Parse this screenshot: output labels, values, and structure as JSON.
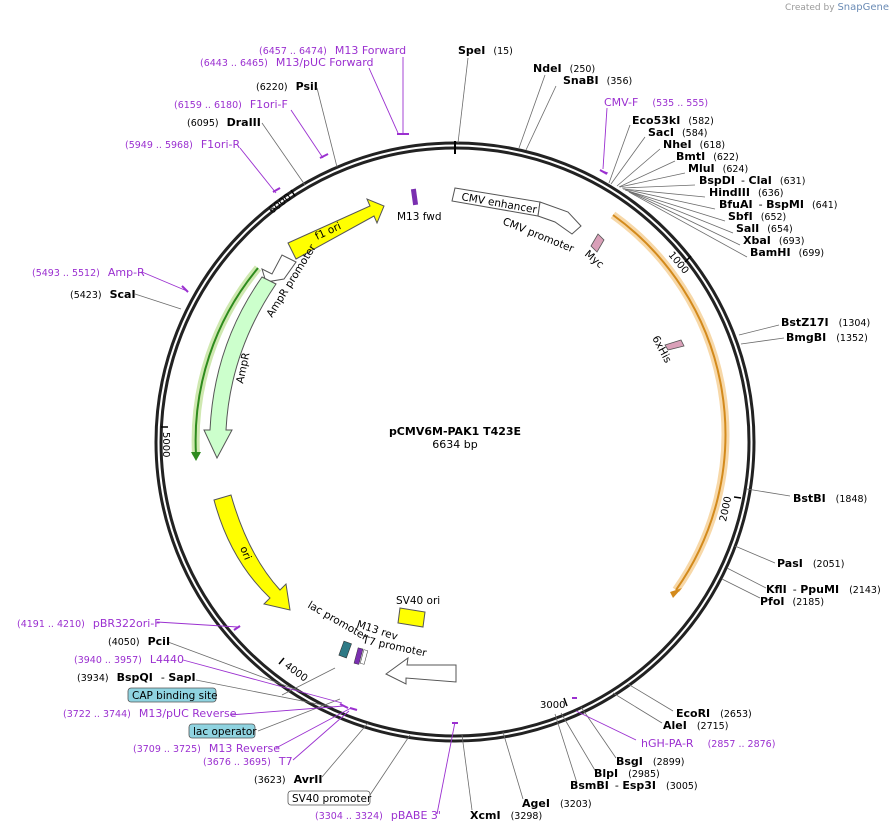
{
  "credit": {
    "prefix": "Created by",
    "brand": "SnapGene"
  },
  "plasmid": {
    "name": "pCMV6M-PAK1 T423E",
    "length": "6634 bp"
  },
  "ticks": [
    "1000",
    "2000",
    "3000",
    "4000",
    "5000",
    "6000"
  ],
  "features": [
    {
      "name": "CMV enhancer",
      "color": "#ffffff"
    },
    {
      "name": "CMV promoter",
      "color": "#ffffff"
    },
    {
      "name": "Myc",
      "color": "#d9a0b8"
    },
    {
      "name": "6xHis",
      "color": "#d9a0b8"
    },
    {
      "name": "M13 fwd",
      "color": "#7a2fb0"
    },
    {
      "name": "f1 ori",
      "color": "#ffff00"
    },
    {
      "name": "AmpR promoter",
      "color": "#ffffff"
    },
    {
      "name": "AmpR",
      "color": "#ccffcc"
    },
    {
      "name": "ori",
      "color": "#ffff00"
    },
    {
      "name": "SV40 ori",
      "color": "#ffff00"
    },
    {
      "name": "lac promoter",
      "color": "#ffffff"
    },
    {
      "name": "M13 rev",
      "color": "#7a2fb0"
    },
    {
      "name": "T7 promoter",
      "color": "#ffffff"
    }
  ],
  "sites": [
    {
      "name": "SpeI",
      "pos": "(15)"
    },
    {
      "name": "NdeI",
      "pos": "(250)"
    },
    {
      "name": "SnaBI",
      "pos": "(356)"
    },
    {
      "name": "Eco53kI",
      "pos": "(582)"
    },
    {
      "name": "SacI",
      "pos": "(584)"
    },
    {
      "name": "NheI",
      "pos": "(618)"
    },
    {
      "name": "BmtI",
      "pos": "(622)"
    },
    {
      "name": "MluI",
      "pos": "(624)"
    },
    {
      "name": "BspDI",
      "name2": "ClaI",
      "pos": "(631)"
    },
    {
      "name": "HindIII",
      "pos": "(636)"
    },
    {
      "name": "BfuAI",
      "name2": "BspMI",
      "pos": "(641)"
    },
    {
      "name": "SbfI",
      "pos": "(652)"
    },
    {
      "name": "SalI",
      "pos": "(654)"
    },
    {
      "name": "XbaI",
      "pos": "(693)"
    },
    {
      "name": "BamHI",
      "pos": "(699)"
    },
    {
      "name": "BstZ17I",
      "pos": "(1304)"
    },
    {
      "name": "BmgBI",
      "pos": "(1352)"
    },
    {
      "name": "BstBI",
      "pos": "(1848)"
    },
    {
      "name": "PasI",
      "pos": "(2051)"
    },
    {
      "name": "KflI",
      "name2": "PpuMI",
      "pos": "(2143)"
    },
    {
      "name": "PfoI",
      "pos": "(2185)"
    },
    {
      "name": "EcoRI",
      "pos": "(2653)"
    },
    {
      "name": "AleI",
      "pos": "(2715)"
    },
    {
      "name": "BsgI",
      "pos": "(2899)"
    },
    {
      "name": "BlpI",
      "pos": "(2985)"
    },
    {
      "name": "BsmBI",
      "name2": "Esp3I",
      "pos": "(3005)"
    },
    {
      "name": "AgeI",
      "pos": "(3203)"
    },
    {
      "name": "XcmI",
      "pos": "(3298)"
    },
    {
      "name": "AvrII",
      "pos": "(3623)"
    },
    {
      "name": "BspQI",
      "name2": "SapI",
      "pos": "(3934)"
    },
    {
      "name": "PciI",
      "pos": "(4050)"
    },
    {
      "name": "ScaI",
      "pos": "(5423)"
    },
    {
      "name": "DraIII",
      "pos": "(6095)"
    },
    {
      "name": "PsiI",
      "pos": "(6220)"
    }
  ],
  "primers": [
    {
      "name": "M13 Forward",
      "range": "(6457 .. 6474)"
    },
    {
      "name": "M13/pUC Forward",
      "range": "(6443 .. 6465)"
    },
    {
      "name": "F1ori-F",
      "range": "(6159 .. 6180)"
    },
    {
      "name": "F1ori-R",
      "range": "(5949 .. 5968)"
    },
    {
      "name": "Amp-R",
      "range": "(5493 .. 5512)"
    },
    {
      "name": "CMV-F",
      "range": "(535 .. 555)"
    },
    {
      "name": "hGH-PA-R",
      "range": "(2857 .. 2876)"
    },
    {
      "name": "pBR322ori-F",
      "range": "(4191 .. 4210)"
    },
    {
      "name": "L4440",
      "range": "(3940 .. 3957)"
    },
    {
      "name": "M13/pUC Reverse",
      "range": "(3722 .. 3744)"
    },
    {
      "name": "M13 Reverse",
      "range": "(3709 .. 3725)"
    },
    {
      "name": "T7",
      "range": "(3676 .. 3695)"
    },
    {
      "name": "pBABE 3'",
      "range": "(3304 .. 3324)"
    }
  ],
  "boxes": [
    {
      "name": "CAP binding site",
      "color": "#8fd3e0"
    },
    {
      "name": "lac operator",
      "color": "#8fd3e0"
    },
    {
      "name": "SV40 promoter",
      "color": "#ffffff"
    }
  ]
}
